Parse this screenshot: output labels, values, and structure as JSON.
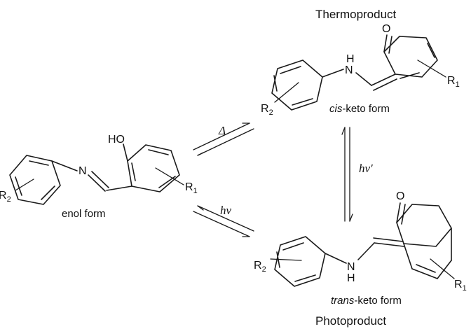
{
  "labels": {
    "thermoproduct": "Thermoproduct",
    "photoproduct": "Photoproduct",
    "cis_prefix": "cis",
    "trans_prefix": "trans",
    "keto_form_suffix": "-keto form",
    "enol_form": "enol form",
    "atom_HO": "HO",
    "atom_N": "N",
    "atom_NH_N": "N",
    "atom_NH_H": "H",
    "atom_O": "O",
    "R": "R",
    "sub_1": "1",
    "sub_2": "2"
  },
  "conditions": {
    "heat": "Δ",
    "light": "hν",
    "light_prime": "hν′"
  }
}
